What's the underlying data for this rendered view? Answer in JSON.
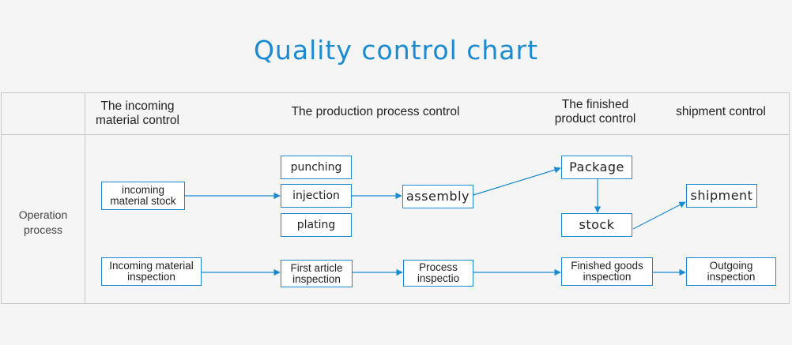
{
  "title": "Quality control chart",
  "headers": {
    "incoming": "The incoming\nmaterial control",
    "production": "The production process control",
    "finished": "The finished\nproduct control",
    "shipment": "shipment control"
  },
  "row_label": "Operation\nprocess",
  "nodes": {
    "incoming_stock": "incoming\nmaterial stock",
    "punching": "punching",
    "injection": "injection",
    "plating": "plating",
    "assembly": "assembly",
    "package": "Package",
    "stock": "stock",
    "shipment": "shipment",
    "incoming_inspection": "Incoming material\ninspection",
    "first_article": "First article\ninspection",
    "process_inspection": "Process\ninspectio",
    "finished_goods": "Finished goods\ninspection",
    "outgoing": "Outgoing\ninspection"
  },
  "colors": {
    "accent": "#1a8ad3",
    "border": "#c8c8c8",
    "background": "#f5f5f5"
  }
}
